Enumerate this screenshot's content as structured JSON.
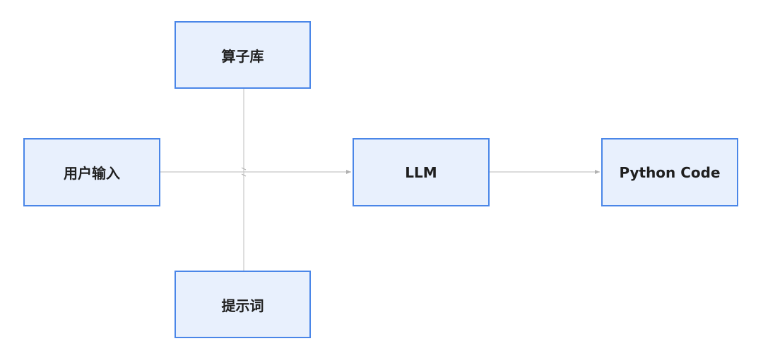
{
  "nodes": {
    "operator_library": "算子库",
    "user_input": "用户输入",
    "llm": "LLM",
    "python_code": "Python Code",
    "prompt": "提示词"
  },
  "colors": {
    "node_fill": "#e8f0fd",
    "node_border": "#4a86e8",
    "connector": "#c8c8c8",
    "text": "#1f1f1f"
  }
}
